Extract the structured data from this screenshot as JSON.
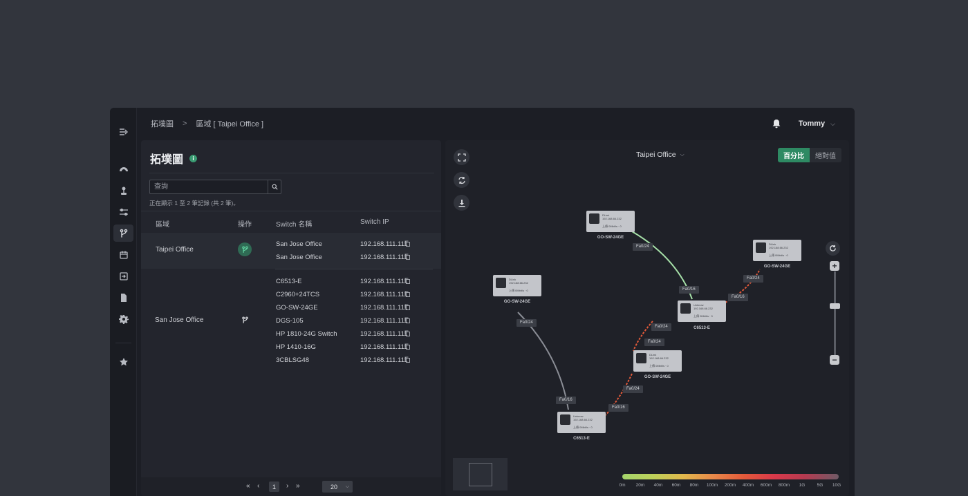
{
  "sidebar": {
    "items": [
      "expand-icon",
      "dashboard-icon",
      "joystick-icon",
      "settings-sliders-icon",
      "topology-icon",
      "calendar-icon",
      "login-icon",
      "document-icon",
      "gear-icon",
      "star-icon"
    ],
    "active": "topology-icon"
  },
  "breadcrumb": {
    "root": "拓墣圖",
    "separator": ">",
    "current": "區域 [ Taipei Office ]"
  },
  "user": {
    "name": "Tommy"
  },
  "left": {
    "title": "拓墣圖",
    "search_placeholder": "查詢",
    "records_text": "正在顯示 1 至 2 筆記錄 (共 2 筆)。",
    "columns": [
      "區域",
      "操作",
      "Switch 名稱",
      "Switch IP"
    ],
    "groups": [
      {
        "region": "Taipei Office",
        "switches": [
          {
            "name": "San Jose Office",
            "ip": "192.168.111.111"
          },
          {
            "name": "San Jose Office",
            "ip": "192.168.111.111"
          }
        ]
      },
      {
        "region": "San Jose Office",
        "switches": [
          {
            "name": "C6513-E",
            "ip": "192.168.111.111"
          },
          {
            "name": "C2960+24TCS",
            "ip": "192.168.111.111"
          },
          {
            "name": "GO-SW-24GE",
            "ip": "192.168.111.111"
          },
          {
            "name": "DGS-105",
            "ip": "192.168.111.111"
          },
          {
            "name": "HP 1810-24G Switch",
            "ip": "192.168.111.111"
          },
          {
            "name": "HP 1410-16G",
            "ip": "192.168.111.111"
          },
          {
            "name": "3CBLSG48",
            "ip": "192.168.111.111"
          }
        ]
      }
    ],
    "pager": {
      "first": "«",
      "prev": "‹",
      "page": "1",
      "next": "›",
      "last": "»",
      "page_size": "20"
    }
  },
  "right": {
    "site": "Taipei Office",
    "toggle": {
      "percent": "百分比",
      "absolute": "絕對值"
    },
    "nodes": [
      {
        "id": "n1",
        "vendor": "DLink",
        "ip": "192.168.66.232",
        "sub": "上傳 0Mbit/s · 0",
        "label": "GO-SW-24GE"
      },
      {
        "id": "n2",
        "vendor": "DLink",
        "ip": "192.168.66.232",
        "sub": "上傳 0Mbit/s · 0",
        "label": "GO-SW-24GE"
      },
      {
        "id": "n3",
        "vendor": "DLink",
        "ip": "192.168.66.232",
        "sub": "上傳 0Mbit/s · 0",
        "label": "GO-SW-24GE"
      },
      {
        "id": "n4",
        "vendor": "Unknow",
        "ip": "192.168.66.232",
        "sub": "上傳 0Mbit/s · 0",
        "label": "C6513-E"
      },
      {
        "id": "n5",
        "vendor": "DLink",
        "ip": "192.168.66.232",
        "sub": "上傳 0Mbit/s · 0",
        "label": "GO-SW-24GE"
      },
      {
        "id": "n6",
        "vendor": "Unknow",
        "ip": "192.168.66.232",
        "sub": "上傳 0Mbit/s · 0",
        "label": "C6513-E"
      }
    ],
    "ports": [
      "Fa0/24",
      "Fa0/16",
      "Fa0/24",
      "Fa0/16",
      "Fa0/24",
      "Fa0/24",
      "Fa0/24",
      "Fa0/16",
      "Fa0/24",
      "Fa0/16"
    ],
    "legend": [
      "0m",
      "20m",
      "40m",
      "60m",
      "80m",
      "100m",
      "200m",
      "400m",
      "600m",
      "800m",
      "1G",
      "5G",
      "10G"
    ],
    "link_colors": {
      "low": "#a6e0a8",
      "gray": "#8a8d95",
      "high": "#e35a3a"
    }
  }
}
